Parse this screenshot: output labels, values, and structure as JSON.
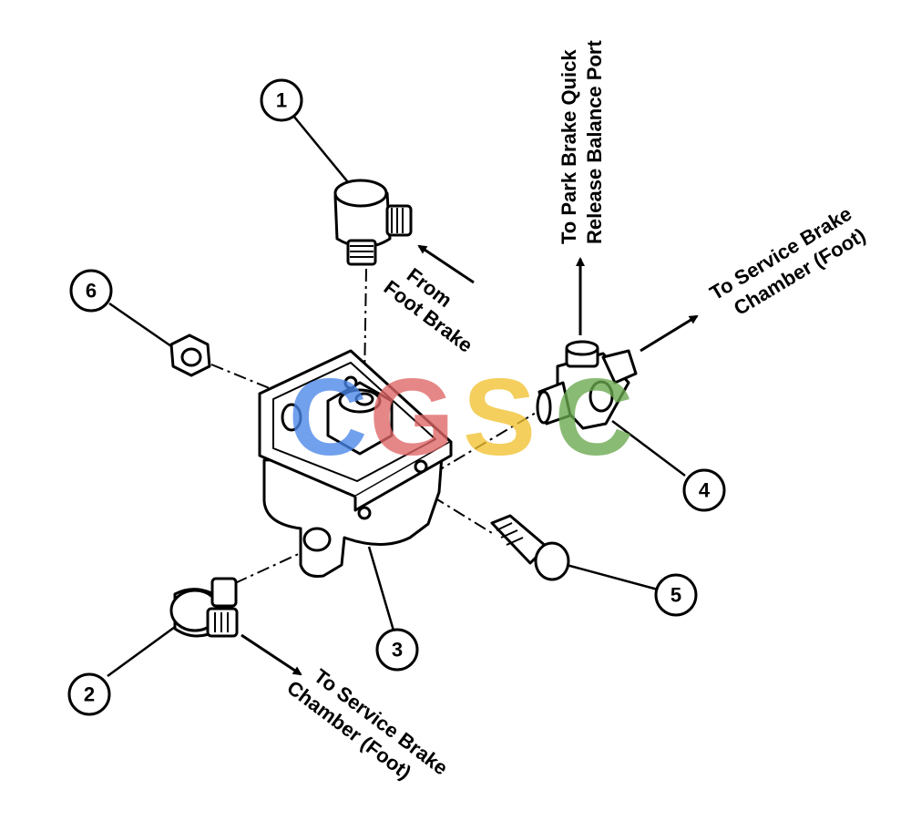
{
  "watermark": {
    "letters": [
      "C",
      "G",
      "S",
      "C"
    ],
    "colors": [
      "#4a86e8",
      "#e06666",
      "#f1c232",
      "#6aa84f"
    ]
  },
  "callouts": {
    "c1": "1",
    "c2": "2",
    "c3": "3",
    "c4": "4",
    "c5": "5",
    "c6": "6"
  },
  "labels": {
    "from_foot_brake": [
      "From",
      "Foot Brake"
    ],
    "park_brake": [
      "To Park Brake Quick",
      "Release Balance Port"
    ],
    "service_brake_right": [
      "To Service Brake",
      "Chamber (Foot)"
    ],
    "service_brake_bottom": [
      "To Service Brake",
      "Chamber (Foot)"
    ]
  }
}
